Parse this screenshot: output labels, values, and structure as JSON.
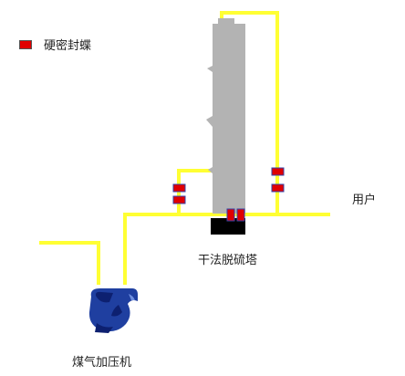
{
  "legend": {
    "label": "硬密封蝶",
    "icon": "butterfly-valve-icon"
  },
  "labels": {
    "tower": "干法脱硫塔",
    "user": "用户",
    "fan": "煤气加压机"
  },
  "colors": {
    "pipe": "#ffff33",
    "pipe_edge": "#d9d000",
    "valve": "#e00000",
    "valve_edge": "#3344aa",
    "tower": "#b3b3b3",
    "tower_base": "#000000",
    "fan": "#1f3fa0"
  }
}
